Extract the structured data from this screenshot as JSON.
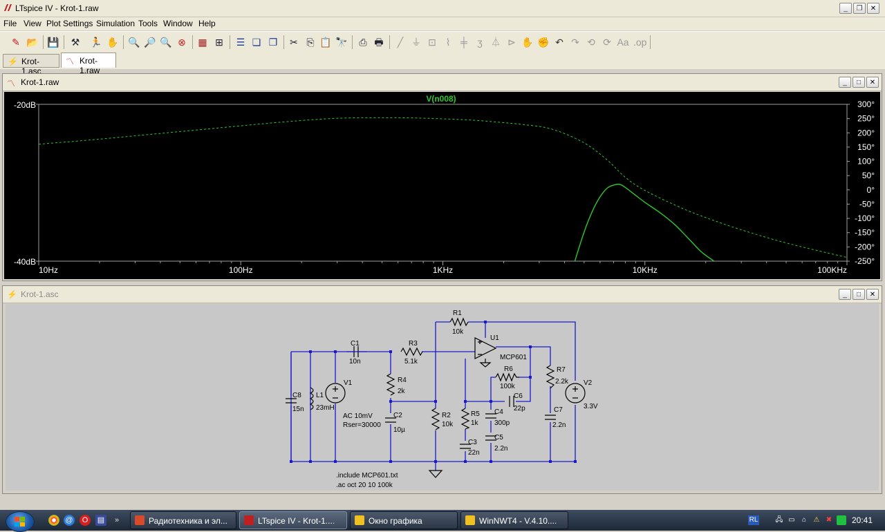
{
  "app": {
    "title": "LTspice IV - Krot-1.raw"
  },
  "menu": [
    "File",
    "View",
    "Plot Settings",
    "Simulation",
    "Tools",
    "Window",
    "Help"
  ],
  "tabs": [
    {
      "label": "Krot-1.asc",
      "icon": "schematic-icon"
    },
    {
      "label": "Krot-1.raw",
      "icon": "waveform-icon"
    }
  ],
  "plot_window": {
    "title": "Krot-1.raw",
    "chart_data": {
      "type": "line",
      "title": "V(n008)",
      "x_scale": "log",
      "x_range": [
        10,
        100000
      ],
      "x_ticks": [
        "10Hz",
        "100Hz",
        "1KHz",
        "10KHz",
        "100KHz"
      ],
      "y_left_range_db": [
        -40,
        -20
      ],
      "y_left_ticks": [
        "-20dB",
        "-40dB"
      ],
      "y_right_range_deg": [
        -250,
        300
      ],
      "y_right_ticks": [
        "300°",
        "250°",
        "200°",
        "150°",
        "100°",
        "50°",
        "0°",
        "-50°",
        "-100°",
        "-150°",
        "-200°",
        "-250°"
      ],
      "grid": false,
      "background": "#000000",
      "trace_color": "#2ec82e",
      "series": [
        {
          "quantity": "magnitude",
          "style": "solid",
          "x": [
            4500,
            5000,
            5500,
            6000,
            6500,
            7000,
            7500,
            8000,
            9000,
            10000,
            12000,
            14000,
            16000,
            19000,
            22000
          ],
          "y": [
            -40,
            -36.3,
            -33.6,
            -31.8,
            -30.7,
            -30.3,
            -30.2,
            -30.6,
            -31.6,
            -32.5,
            -33.9,
            -35.3,
            -36.8,
            -38.8,
            -40
          ]
        },
        {
          "quantity": "phase",
          "style": "dashed",
          "x": [
            10,
            20,
            40,
            80,
            150,
            300,
            600,
            1000,
            1500,
            2500,
            3500,
            5000,
            6500,
            8000,
            10000,
            15000,
            20000,
            30000,
            50000,
            100000
          ],
          "y": [
            160,
            178,
            198,
            218,
            236,
            251,
            253,
            249,
            243,
            229,
            212,
            165,
            105,
            44,
            -2,
            -62,
            -97,
            -140,
            -186,
            -237
          ]
        }
      ]
    }
  },
  "schematic_window": {
    "title": "Krot-1.asc",
    "components": [
      {
        "ref": "C8",
        "value": "15n"
      },
      {
        "ref": "L1",
        "value": "23mH"
      },
      {
        "ref": "V1",
        "value": ""
      },
      {
        "ref": "C1",
        "value": "10n"
      },
      {
        "ref": "R3",
        "value": "5.1k"
      },
      {
        "ref": "R4",
        "value": "2k"
      },
      {
        "ref": "C2",
        "value": "10µ"
      },
      {
        "ref": "R2",
        "value": "10k"
      },
      {
        "ref": "R1",
        "value": "10k"
      },
      {
        "ref": "U1",
        "value": "MCP601"
      },
      {
        "ref": "R6",
        "value": "100k"
      },
      {
        "ref": "C6",
        "value": "22p"
      },
      {
        "ref": "R5",
        "value": "1k"
      },
      {
        "ref": "C4",
        "value": "300p"
      },
      {
        "ref": "C3",
        "value": "22n"
      },
      {
        "ref": "C5",
        "value": "2.2n"
      },
      {
        "ref": "R7",
        "value": "2.2k"
      },
      {
        "ref": "C7",
        "value": "2.2n"
      },
      {
        "ref": "V2",
        "value": "3.3V"
      }
    ],
    "v1_ac": "AC 10mV",
    "v1_rser": "Rser=30000",
    "directive_include": ".include MCP601.txt",
    "directive_ac": ".ac oct 20 10 100k",
    "wire_color": "#1a1acc"
  },
  "taskbar": {
    "tasks": [
      {
        "label": "Радиотехника и эл...",
        "icon_color": "#d84a2a"
      },
      {
        "label": "LTspice IV - Krot-1....",
        "icon_color": "#c02020"
      },
      {
        "label": "Окно графика",
        "icon_color": "#f0c020"
      },
      {
        "label": "WinNWT4 - V.4.10....",
        "icon_color": "#f0c020"
      }
    ],
    "tray_text": "RL",
    "clock": "20:41"
  }
}
